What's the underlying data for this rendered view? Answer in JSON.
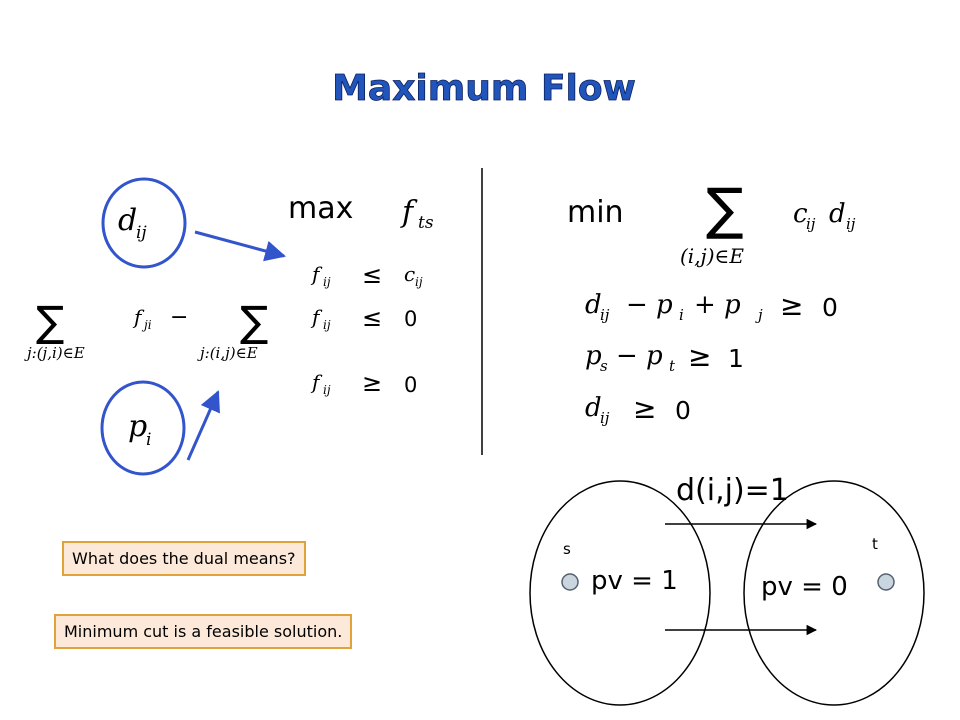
{
  "title": "Maximum Flow",
  "primal": {
    "objective_op": "max",
    "objective_var": "f",
    "objective_sub": "ts",
    "dual_var_label": {
      "var": "d",
      "sub": "ij"
    },
    "potential_label": {
      "var": "p",
      "sub": "i"
    },
    "constraints": [
      {
        "lhs": "f",
        "lhs_sub": "ij",
        "rel": "≤",
        "rhs": "c",
        "rhs_sub": "ij"
      },
      {
        "sum1_sub": "j:(j,i)∈E",
        "term1": "f",
        "term1_sub": "ji",
        "minus": "−",
        "sum2_sub": "j:(i,j)∈E",
        "lhs": "f",
        "lhs_sub": "ij",
        "rel": "≤",
        "rhs": "0"
      },
      {
        "lhs": "f",
        "lhs_sub": "ij",
        "rel": "≥",
        "rhs": "0"
      }
    ]
  },
  "dual": {
    "objective_op": "min",
    "sum_sub": "(i,j)∈E",
    "objective_term": {
      "c": "c",
      "c_sub": "ij",
      "d": "d",
      "d_sub": "ij"
    },
    "constraints": [
      {
        "text_parts": [
          "d",
          "ij",
          "− p",
          "i",
          "+ p",
          "j"
        ],
        "rel": "≥",
        "rhs": "0"
      },
      {
        "text_parts": [
          "p",
          "s",
          "− p",
          "t"
        ],
        "rel": "≥",
        "rhs": "1"
      },
      {
        "text_parts": [
          "d",
          "ij"
        ],
        "rel": "≥",
        "rhs": "0"
      }
    ]
  },
  "cut_diagram": {
    "label": "d(i,j)=1",
    "left_node": "s",
    "right_node": "t",
    "left_value": "pv = 1",
    "right_value": "pv = 0"
  },
  "notes": {
    "question": "What does the dual means?",
    "answer": "Minimum cut is a feasible solution."
  },
  "colors": {
    "title_fill": "#2255bb",
    "circle_stroke": "#3355cc",
    "arrow": "#3355cc",
    "note_bg": "#fde9d9",
    "note_border": "#e2a23a",
    "node_fill": "#c9d6df"
  }
}
